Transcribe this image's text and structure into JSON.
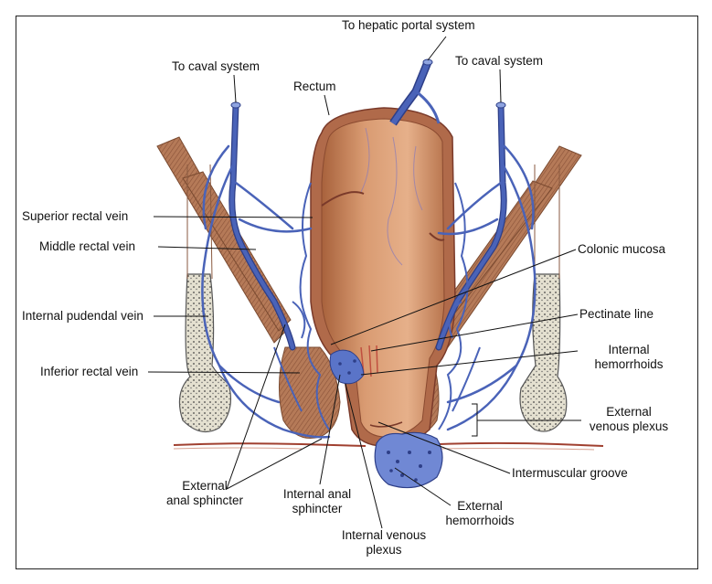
{
  "labels": {
    "hepatic_portal": "To hepatic portal system",
    "caval_left": "To caval system",
    "caval_right": "To caval system",
    "rectum": "Rectum",
    "superior_rectal_vein": "Superior rectal vein",
    "middle_rectal_vein": "Middle rectal vein",
    "internal_pudendal_vein": "Internal pudendal vein",
    "inferior_rectal_vein": "Inferior rectal vein",
    "colonic_mucosa": "Colonic mucosa",
    "pectinate_line": "Pectinate line",
    "internal_hemorrhoids_1": "Internal",
    "internal_hemorrhoids_2": "hemorrhoids",
    "external_venous_plexus_1": "External",
    "external_venous_plexus_2": "venous plexus",
    "intermuscular_groove": "Intermuscular groove",
    "external_hemorrhoids_1": "External",
    "external_hemorrhoids_2": "hemorrhoids",
    "external_anal_sphincter_1": "External",
    "external_anal_sphincter_2": "anal sphincter",
    "internal_anal_sphincter_1": "Internal anal",
    "internal_anal_sphincter_2": "sphincter",
    "internal_venous_plexus_1": "Internal venous",
    "internal_venous_plexus_2": "plexus"
  },
  "colors": {
    "vein": "#4a63b8",
    "vein_light": "#8fa4e0",
    "muscle": "#b07858",
    "mucosa": "#c98a62",
    "bone": "#ddd8c8",
    "skin": "#a04030",
    "leader": "#111111"
  }
}
